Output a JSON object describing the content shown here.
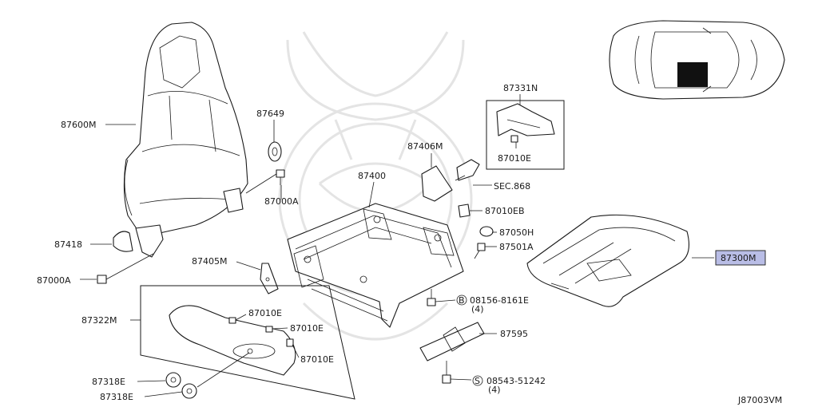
{
  "diagram_id": "J87003VM",
  "labels": {
    "seatback": "87600M",
    "washer_87649": "87649",
    "bolt_87000A_upper": "87000A",
    "knob_87418": "87418",
    "bolt_87000A_lower": "87000A",
    "bracket_87405M": "87405M",
    "frame_87400": "87400",
    "trim_87406M": "87406M",
    "sec_ref": "SEC.868",
    "inset_part": "87331N",
    "inset_clip": "87010E",
    "clip_87010EB": "87010EB",
    "cap_87050H": "87050H",
    "bolt_87501A": "87501A",
    "cushion": "87300M",
    "finisher_87322M": "87322M",
    "clip_a": "87010E",
    "clip_b": "87010E",
    "clip_c": "87010E",
    "bolt_08156": "08156-8161E",
    "bolt_08156_qty": "(4)",
    "bolt_08156_prefix": "B",
    "bracket_87595": "87595",
    "screw_08543": "08543-51242",
    "screw_08543_qty": "(4)",
    "screw_08543_prefix": "S",
    "knob_87318E_a": "87318E",
    "knob_87318E_b": "87318E"
  },
  "colors": {
    "line": "#1a1a1a",
    "highlight": "#b9bde6",
    "watermark": "#e4e4e4"
  }
}
